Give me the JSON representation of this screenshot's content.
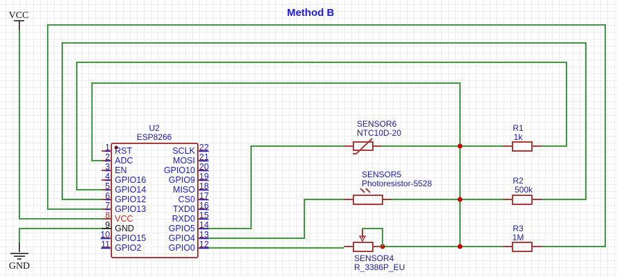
{
  "title": "Method B",
  "power": {
    "vcc_label": "VCC",
    "gnd_label": "GND"
  },
  "chip": {
    "designator": "U2",
    "part": "ESP8266",
    "left_pins": [
      {
        "num": "1",
        "name": "RST",
        "color": "blue"
      },
      {
        "num": "2",
        "name": "ADC",
        "color": "blue"
      },
      {
        "num": "3",
        "name": "EN",
        "color": "blue"
      },
      {
        "num": "4",
        "name": "GPIO16",
        "color": "blue"
      },
      {
        "num": "5",
        "name": "GPIO14",
        "color": "blue"
      },
      {
        "num": "6",
        "name": "GPIO12",
        "color": "blue"
      },
      {
        "num": "7",
        "name": "GPIO13",
        "color": "blue"
      },
      {
        "num": "8",
        "name": "VCC",
        "color": "red"
      },
      {
        "num": "9",
        "name": "GND",
        "color": "black"
      },
      {
        "num": "10",
        "name": "GPIO15",
        "color": "blue"
      },
      {
        "num": "11",
        "name": "GPIO2",
        "color": "blue"
      }
    ],
    "right_pins": [
      {
        "num": "22",
        "name": "SCLK"
      },
      {
        "num": "21",
        "name": "MOSI"
      },
      {
        "num": "20",
        "name": "GPIO10"
      },
      {
        "num": "19",
        "name": "GPIO9"
      },
      {
        "num": "18",
        "name": "MISO"
      },
      {
        "num": "17",
        "name": "CS0"
      },
      {
        "num": "16",
        "name": "TXD0"
      },
      {
        "num": "15",
        "name": "RXD0"
      },
      {
        "num": "14",
        "name": "GPIO5"
      },
      {
        "num": "13",
        "name": "GPIO4"
      },
      {
        "num": "12",
        "name": "GPIO0"
      }
    ]
  },
  "sensors": [
    {
      "designator": "SENSOR6",
      "part": "NTC10D-20",
      "type": "thermistor"
    },
    {
      "designator": "SENSOR5",
      "part": "Photoresistor-5528",
      "type": "photoresistor"
    },
    {
      "designator": "SENSOR4",
      "part": "R_3386P_EU",
      "type": "potentiometer"
    }
  ],
  "resistors": [
    {
      "designator": "R1",
      "value": "1k"
    },
    {
      "designator": "R2",
      "value": "500k"
    },
    {
      "designator": "R3",
      "value": "1M"
    }
  ]
}
